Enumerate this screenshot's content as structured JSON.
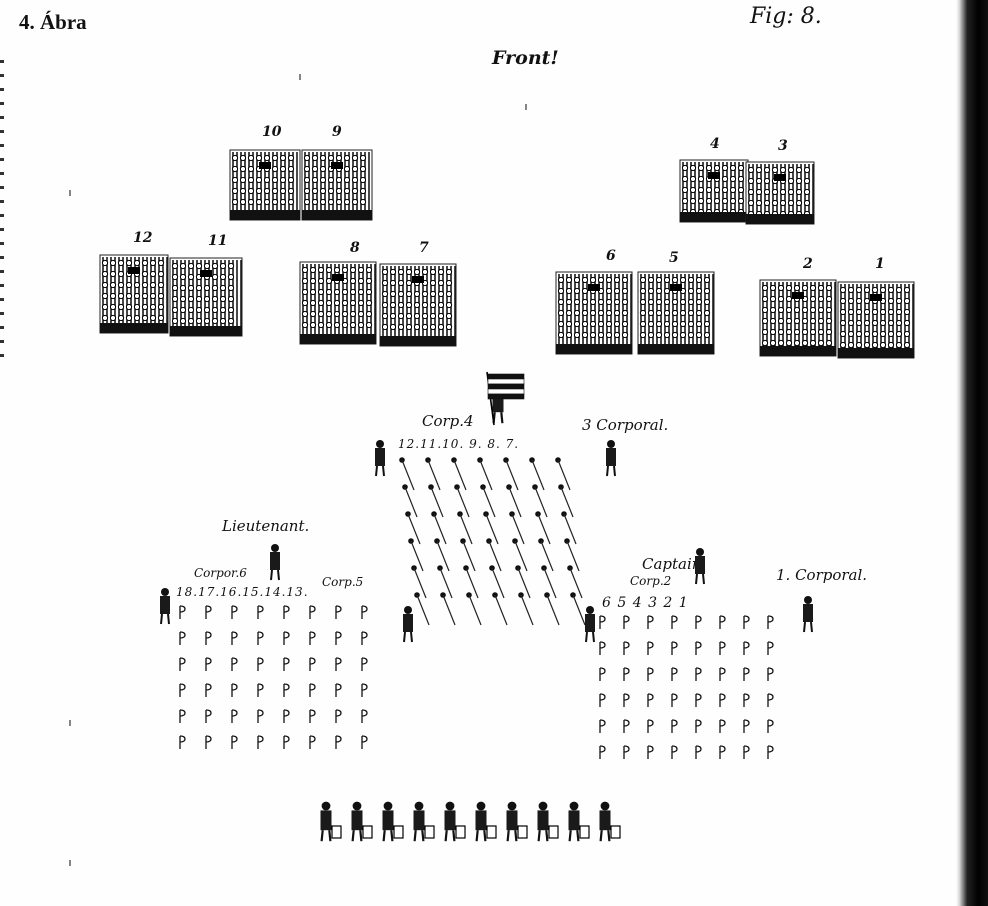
{
  "header": {
    "title": "4. Ábra",
    "figure_label": "Fig: 8."
  },
  "front_label": "Front!",
  "company_numbers": [
    "10",
    "9",
    "4",
    "3",
    "12",
    "11",
    "8",
    "7",
    "6",
    "5",
    "2",
    "1"
  ],
  "labels": {
    "corp4": "Corp.4",
    "corporal3": "3 Corporal.",
    "lieutenant": "Lieutenant.",
    "corpor6": "Corpor.6",
    "corp5": "Corp.5",
    "captain": "Captain",
    "corp2": "Corp.2",
    "corporal1": "1. Corporal."
  },
  "file_numbers": {
    "center": "12.11.10.  9. 8. 7.",
    "left": "18.17.16.15.14.13.",
    "right": "6  5  4   3  2  1"
  }
}
